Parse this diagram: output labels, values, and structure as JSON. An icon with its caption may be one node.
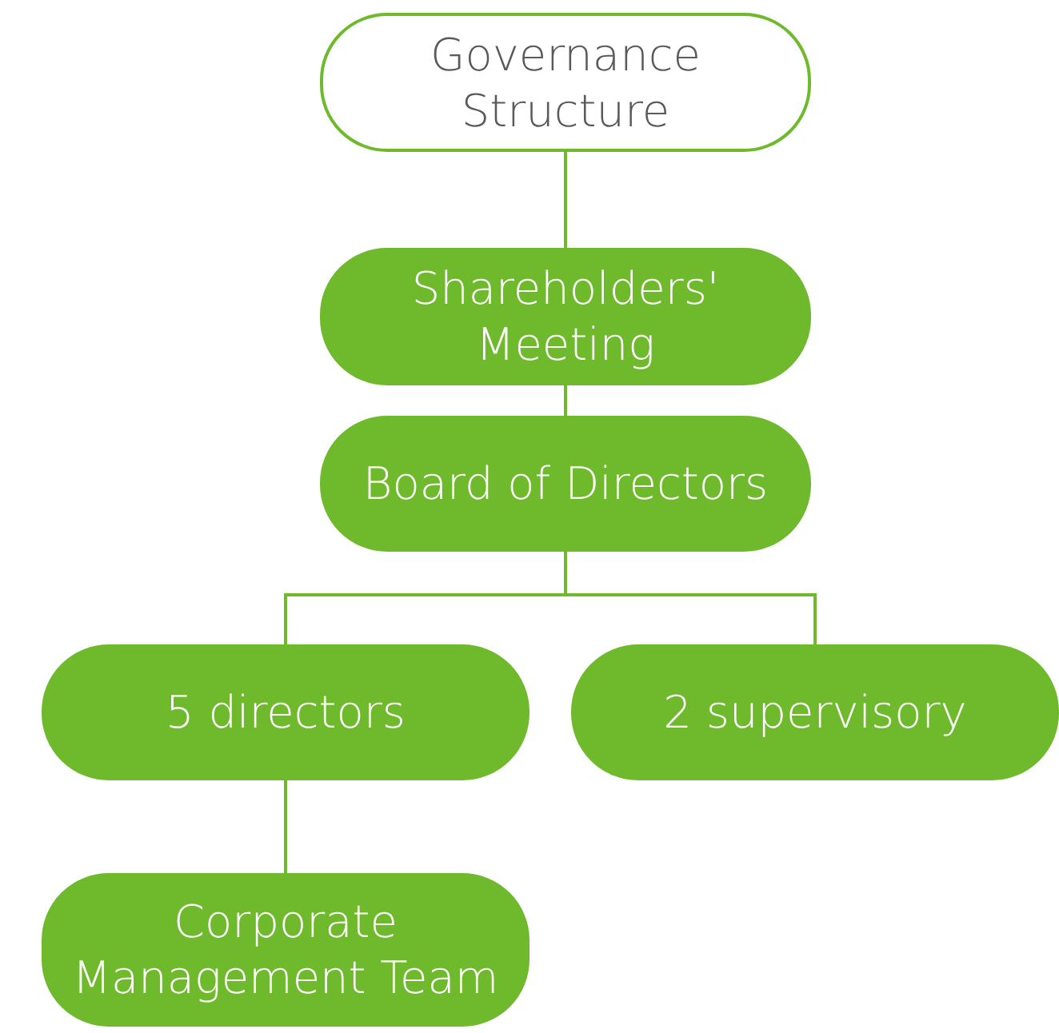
{
  "diagram": {
    "nodes": [
      {
        "text": [
          "Governance Structure"
        ]
      },
      {
        "text": [
          "Shareholders' Meeting"
        ]
      },
      {
        "text": [
          "Board of Directors"
        ]
      },
      {
        "text": [
          "5 directors"
        ]
      },
      {
        "text": [
          "2 supervisory"
        ]
      },
      {
        "text": [
          "Corporate Management Team"
        ]
      }
    ],
    "edges": [
      {
        "from": 0,
        "to": 1,
        "arrow": "none"
      },
      {
        "from": 1,
        "to": 2,
        "arrow": "none"
      },
      {
        "from": 2,
        "to": 3,
        "arrow": "none"
      },
      {
        "from": 2,
        "to": 4,
        "arrow": "none"
      },
      {
        "from": 3,
        "to": 5,
        "arrow": "none"
      }
    ]
  }
}
